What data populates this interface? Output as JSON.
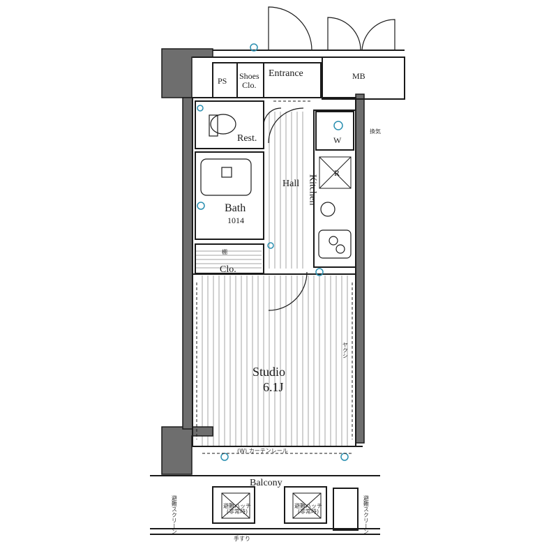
{
  "plan": {
    "rooms": {
      "ps": "PS",
      "shoes_closet": [
        "Shoes",
        "Clo."
      ],
      "entrance": "Entrance",
      "mb": "MB",
      "rest": "Rest.",
      "washer": "W",
      "hall": "Hall",
      "kitchen": "Kitchen",
      "refrigerator": "R",
      "bath": "Bath",
      "bath_size": "1014",
      "closet": "Clo.",
      "studio": "Studio",
      "studio_size": "6.1J",
      "balcony": "Balcony"
    },
    "notes": {
      "curtain_rail": "(W) カーテンレール",
      "side_label": "ヤクシ",
      "balcony_hatch_left": [
        "避難ハッチ",
        "(非常時)"
      ],
      "balcony_hatch_right": [
        "避難ハッチ",
        "(非常時)"
      ],
      "shelf": "棚",
      "exhaust": "換気",
      "screen_left": [
        "避難",
        "スクリーン"
      ],
      "screen_right": [
        "避難",
        "スクリーン"
      ],
      "handrail": "手すり"
    }
  },
  "colors": {
    "wall": "#1a1a1a",
    "wall_fill": "#6e6e6e",
    "floor_lines": "#9a9a9a",
    "equipment": "#2a8fb0"
  }
}
